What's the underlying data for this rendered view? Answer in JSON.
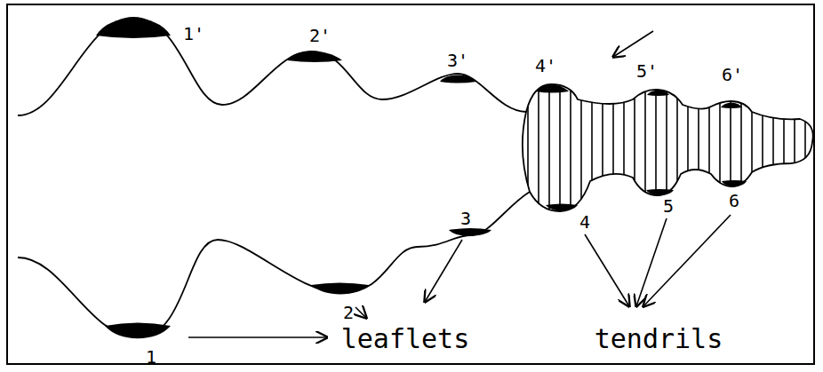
{
  "diagram": {
    "labels": [
      "1'",
      "2'",
      "3'",
      "4'",
      "5'",
      "6'",
      "1",
      "2",
      "3",
      "4",
      "5",
      "6",
      "leaflets",
      "tendrils"
    ]
  }
}
